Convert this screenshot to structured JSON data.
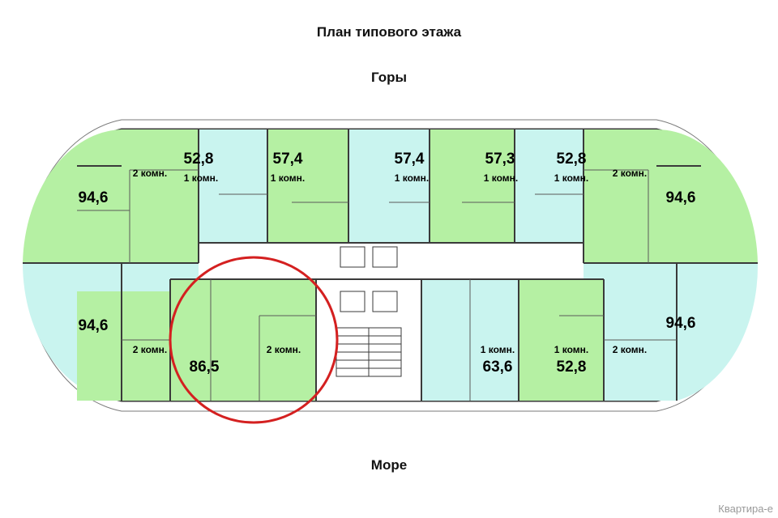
{
  "title": "План типового этажа",
  "direction_top": "Горы",
  "direction_bottom": "Море",
  "watermark": "Квартира-е",
  "colors": {
    "green": "#b5f0a3",
    "cyan": "#c9f4ef",
    "wall": "#3a3a3a",
    "highlight": "#d42020"
  },
  "apartments": [
    {
      "id": "top-left-corner",
      "area": "94,6",
      "rooms": "2 комн."
    },
    {
      "id": "top-1",
      "area": "52,8",
      "rooms": "1 комн."
    },
    {
      "id": "top-2",
      "area": "57,4",
      "rooms": "1 комн."
    },
    {
      "id": "top-3",
      "area": "57,4",
      "rooms": "1 комн."
    },
    {
      "id": "top-4",
      "area": "57,3",
      "rooms": "1 комн."
    },
    {
      "id": "top-5",
      "area": "52,8",
      "rooms": "1 комн."
    },
    {
      "id": "top-right-corner",
      "area": "94,6",
      "rooms": "2 комн."
    },
    {
      "id": "bottom-left-corner",
      "area": "94,6",
      "rooms": "2 комн."
    },
    {
      "id": "bottom-1",
      "area": "86,5",
      "rooms": "2 комн."
    },
    {
      "id": "bottom-2",
      "area": "63,6",
      "rooms": "1 комн."
    },
    {
      "id": "bottom-3",
      "area": "52,8",
      "rooms": "1 комн."
    },
    {
      "id": "bottom-right-corner",
      "area": "94,6",
      "rooms": "2 комн."
    }
  ],
  "highlighted": "bottom-1"
}
